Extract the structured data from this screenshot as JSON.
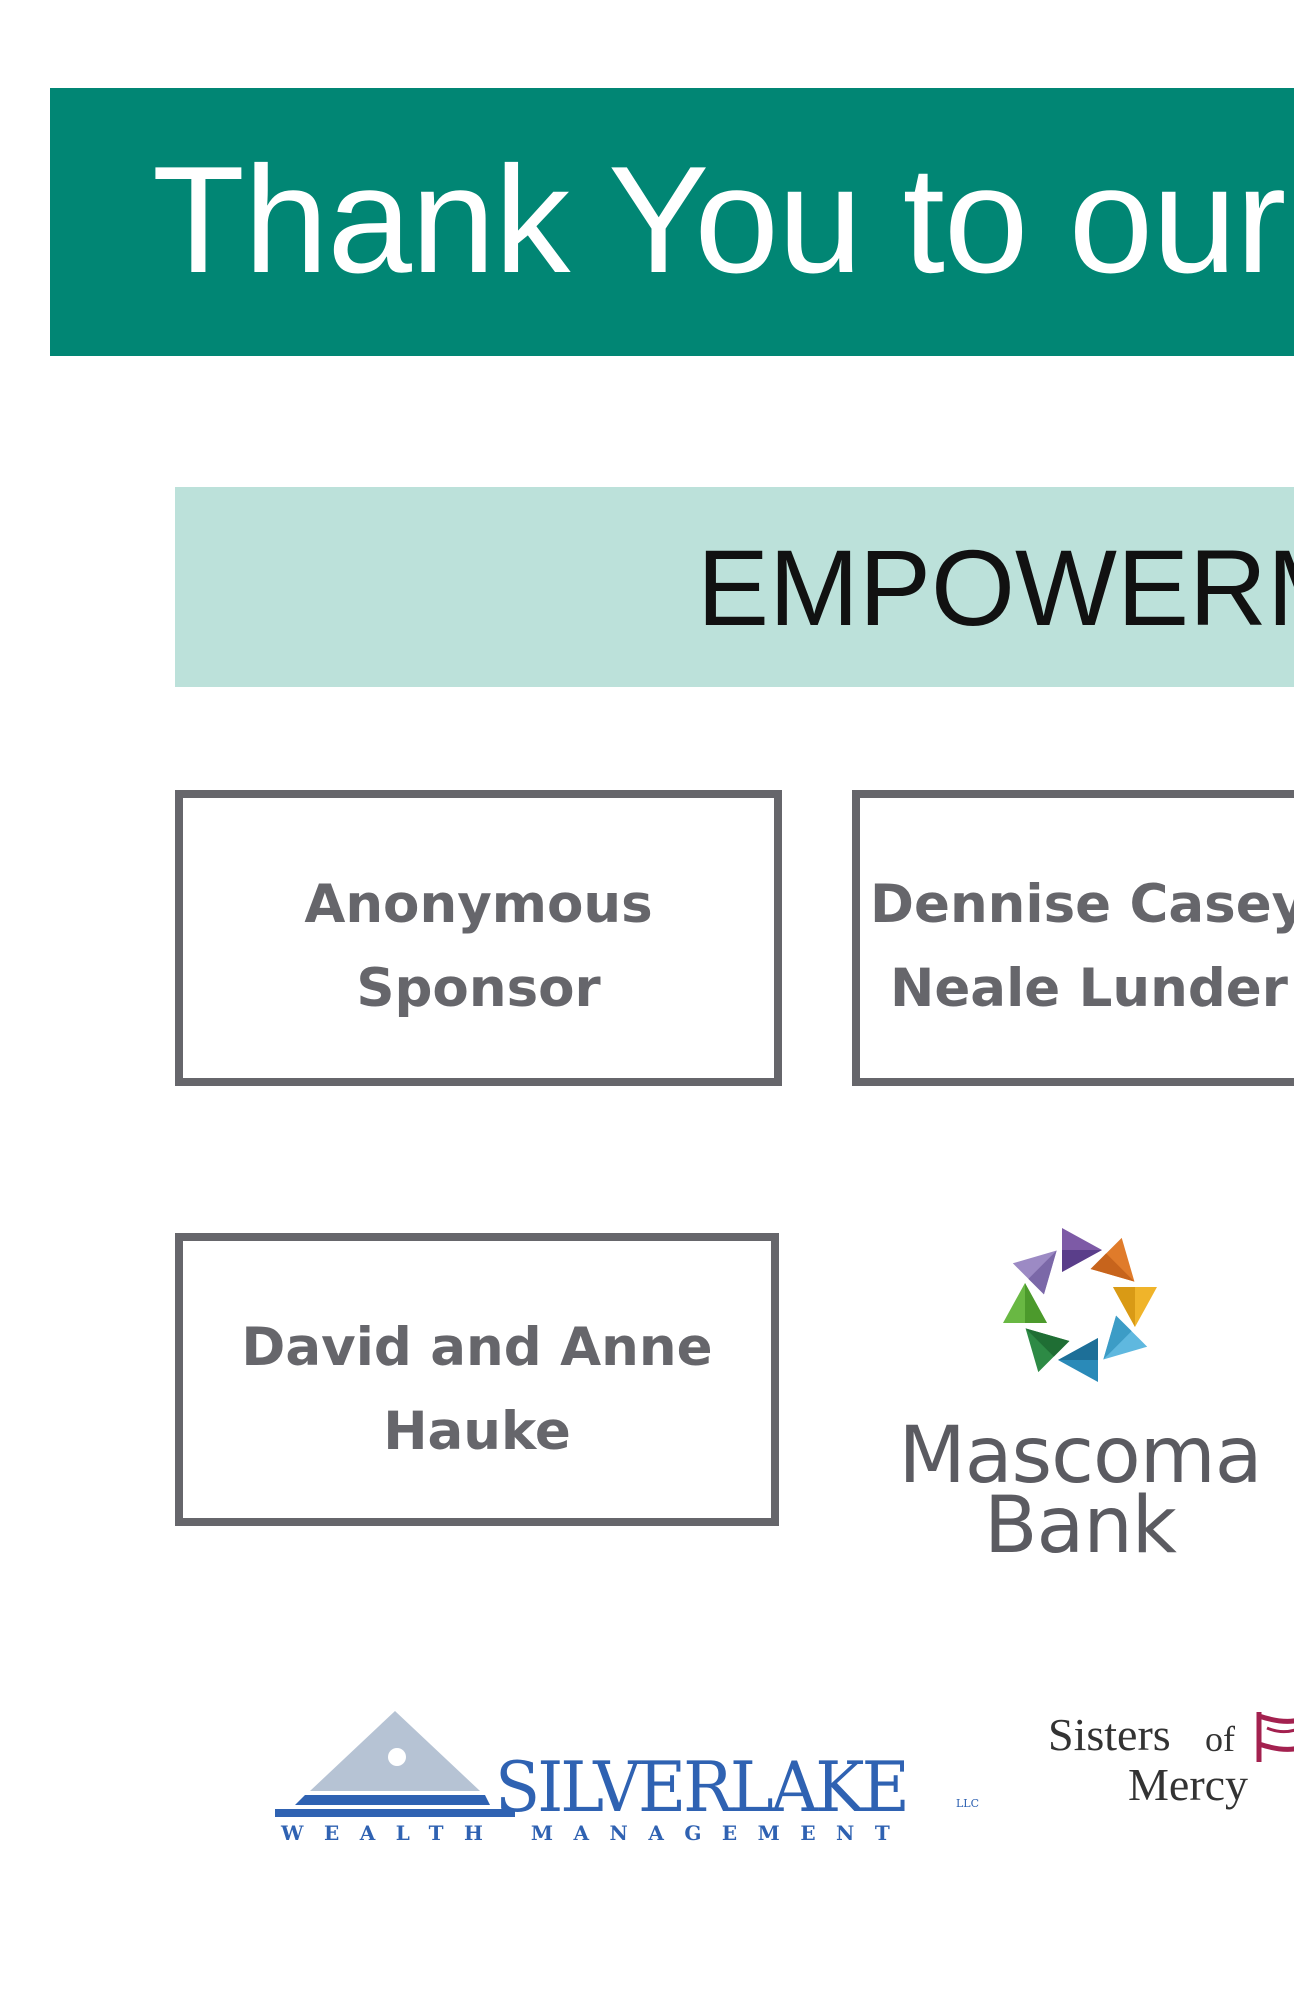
{
  "banner": {
    "title": "Thank You to our"
  },
  "tier": {
    "label": "EMPOWERM"
  },
  "sponsors": [
    {
      "line1": "Anonymous",
      "line2": "Sponsor"
    },
    {
      "line1": "Dennise Casey",
      "line2": "Neale Lunder"
    },
    {
      "line1": "David and Anne",
      "line2": "Hauke"
    }
  ],
  "logos": {
    "mascoma": {
      "line1": "Mascoma",
      "line2": "Bank"
    },
    "silverlake": {
      "name": "SILVERLAKE",
      "suffix": "LLC",
      "tagline": "WEALTH MANAGEMENT"
    },
    "sisters_of_mercy": {
      "word1": "Sisters",
      "word2": "of",
      "word3": "Mercy"
    }
  },
  "colors": {
    "banner": "#018674",
    "tier_band": "#bce1da",
    "box_border": "#66666b",
    "silverlake_blue": "#2f62b2",
    "mercy_accent": "#a3214f"
  }
}
